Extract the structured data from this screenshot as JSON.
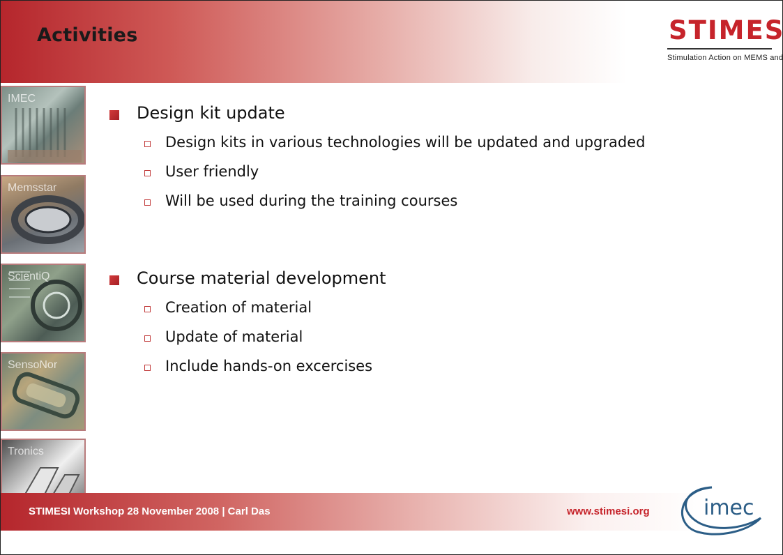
{
  "slide": {
    "title": "Activities",
    "logo": {
      "wordmark": "STIMESI",
      "tagline": "Stimulation Action on MEMS and SiP",
      "color": "#c6242b"
    },
    "side_images": [
      {
        "caption": "IMEC",
        "icon": "mems-chip-photo"
      },
      {
        "caption": "Memsstar",
        "icon": "mems-ring-photo"
      },
      {
        "caption": "ScientiQ",
        "icon": "mems-gear-photo"
      },
      {
        "caption": "SensoNor",
        "icon": "mems-sensor-photo"
      },
      {
        "caption": "Tronics",
        "icon": "mems-structure-photo"
      }
    ],
    "sections": [
      {
        "heading": "Design kit update",
        "items": [
          "Design kits in various technologies will be updated and upgraded",
          "User friendly",
          "Will be used during the training courses"
        ]
      },
      {
        "heading": "Course material development",
        "items": [
          "Creation of material",
          "Update of material",
          "Include hands-on excercises"
        ]
      }
    ],
    "footer": {
      "left": "STIMESI Workshop 28 November 2008  |  Carl Das",
      "right": "www.stimesi.org"
    },
    "partner_logo": {
      "text": "imec",
      "color": "#2b5d86"
    },
    "colors": {
      "accent_red": "#c6242b",
      "bullet_red": "#b5262c"
    }
  }
}
